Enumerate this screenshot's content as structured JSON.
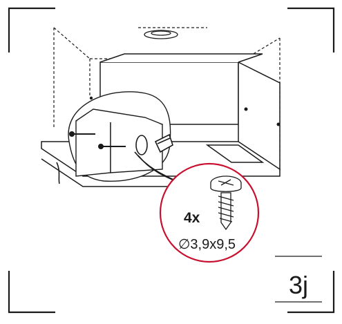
{
  "step": {
    "label": "3j"
  },
  "screw_callout": {
    "quantity": "4x",
    "size": "∅3,9x9,5"
  },
  "colors": {
    "line": "#1a1a1a",
    "callout_ring": "#c8102e",
    "background": "#ffffff"
  }
}
